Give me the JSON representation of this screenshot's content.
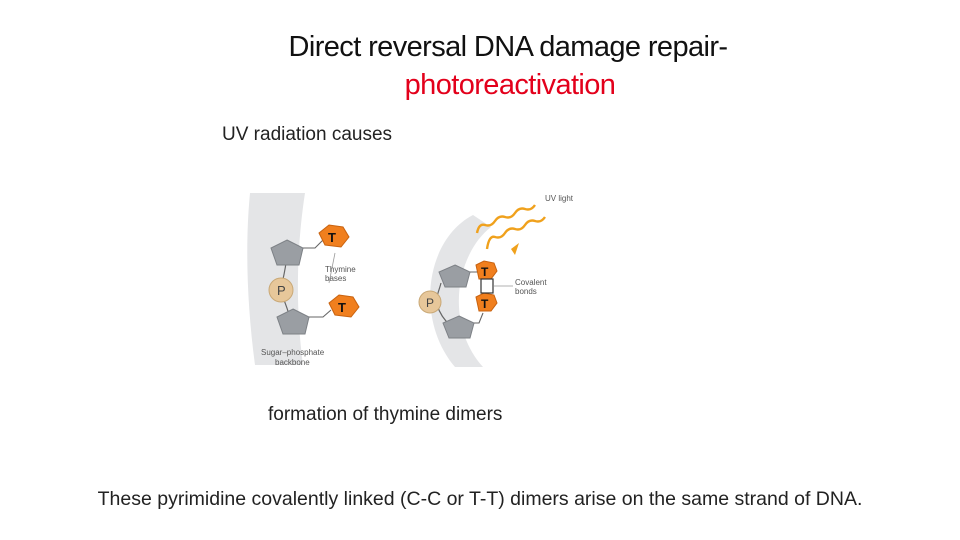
{
  "title": {
    "line1": "Direct reversal DNA damage repair-",
    "line2": "photoreactivation"
  },
  "caption_top": "UV radiation causes",
  "caption_mid": "formation of thymine dimers",
  "caption_bottom": "These pyrimidine covalently linked (C-C or T-T) dimers arise on the same strand of DNA.",
  "figure": {
    "left_panel": {
      "base_top": "T",
      "base_bottom": "T",
      "phosphate": "P",
      "label_bases_line1": "Thymine",
      "label_bases_line2": "bases",
      "label_backbone_line1": "Sugar–phosphate",
      "label_backbone_line2": "backbone"
    },
    "right_panel": {
      "base_top": "T",
      "base_bottom": "T",
      "phosphate": "P",
      "label_uv": "UV light",
      "label_bonds_line1": "Covalent",
      "label_bonds_line2": "bonds"
    },
    "colors": {
      "base_fill": "#f07f1e",
      "sugar_fill": "#9a9ea3",
      "phosphate_fill": "#e7c79a",
      "backbone_band": "#e4e5e7",
      "uv_wave": "#f0a11c",
      "title_accent": "#e3001b"
    }
  }
}
